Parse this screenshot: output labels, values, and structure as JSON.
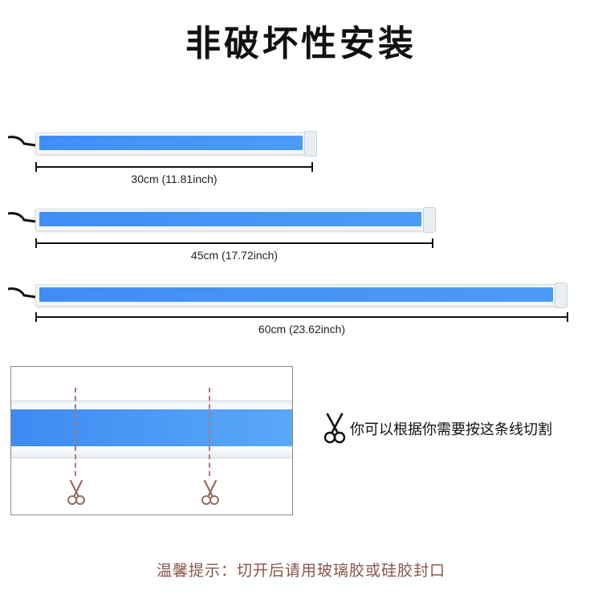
{
  "title": "非破坏性安装",
  "strips": [
    {
      "length_label": "30cm (11.81inch)"
    },
    {
      "length_label": "45cm (17.72inch)"
    },
    {
      "length_label": "60cm (23.62inch)"
    }
  ],
  "cut_note": {
    "icon": "scissors-icon",
    "text": "你可以根据你需要按这条线切割"
  },
  "footer_tip": "温馨提示：切开后请用玻璃胶或硅胶封口",
  "colors": {
    "strip_blue": "#3f8ef5",
    "cut_line": "#b07a6e",
    "tip_text": "#8a5546"
  }
}
